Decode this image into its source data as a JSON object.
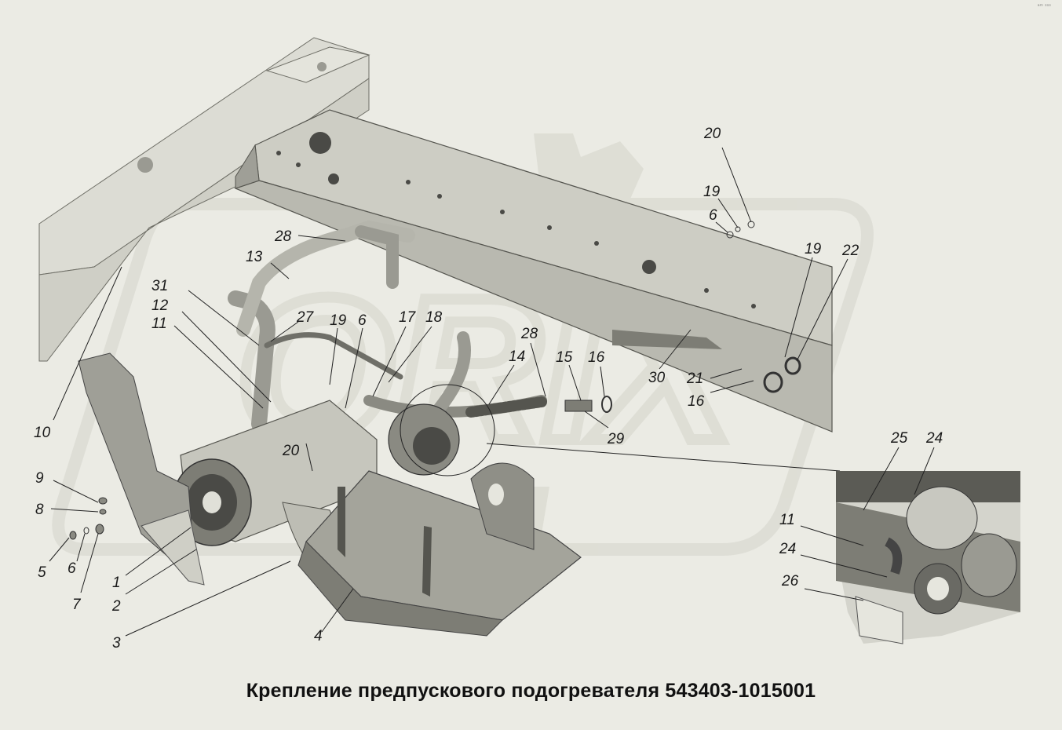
{
  "caption": "Крепление предпускового подогревателя 543403-1015001",
  "watermark": "ORIX",
  "corner_mark": "ᵃᵐ ˢˢˢ",
  "colors": {
    "background": "#ebebe4",
    "frame_light": "#dcdcd4",
    "frame_mid": "#b9b9b0",
    "frame_dark": "#7d7d75",
    "part_dark": "#4a4a46",
    "watermark": "#d4d4ca",
    "line": "#222222"
  },
  "callouts": {
    "c1": "1",
    "c2": "2",
    "c3": "3",
    "c4": "4",
    "c5": "5",
    "c6a": "6",
    "c6b": "6",
    "c6c": "6",
    "c7": "7",
    "c8": "8",
    "c9": "9",
    "c10": "10",
    "c11a": "11",
    "c11b": "11",
    "c12": "12",
    "c13": "13",
    "c14": "14",
    "c15": "15",
    "c16a": "16",
    "c16b": "16",
    "c17": "17",
    "c18": "18",
    "c19a": "19",
    "c19b": "19",
    "c19c": "19",
    "c20a": "20",
    "c20b": "20",
    "c21": "21",
    "c22": "22",
    "c24a": "24",
    "c24b": "24",
    "c25": "25",
    "c26": "26",
    "c27": "27",
    "c28a": "28",
    "c28b": "28",
    "c29": "29",
    "c30": "30",
    "c31": "31"
  },
  "icons": {
    "frame": "chassis-frame-rail",
    "heater": "pre-start-heater",
    "tray": "mounting-tray",
    "inset": "detail-inset-view"
  }
}
